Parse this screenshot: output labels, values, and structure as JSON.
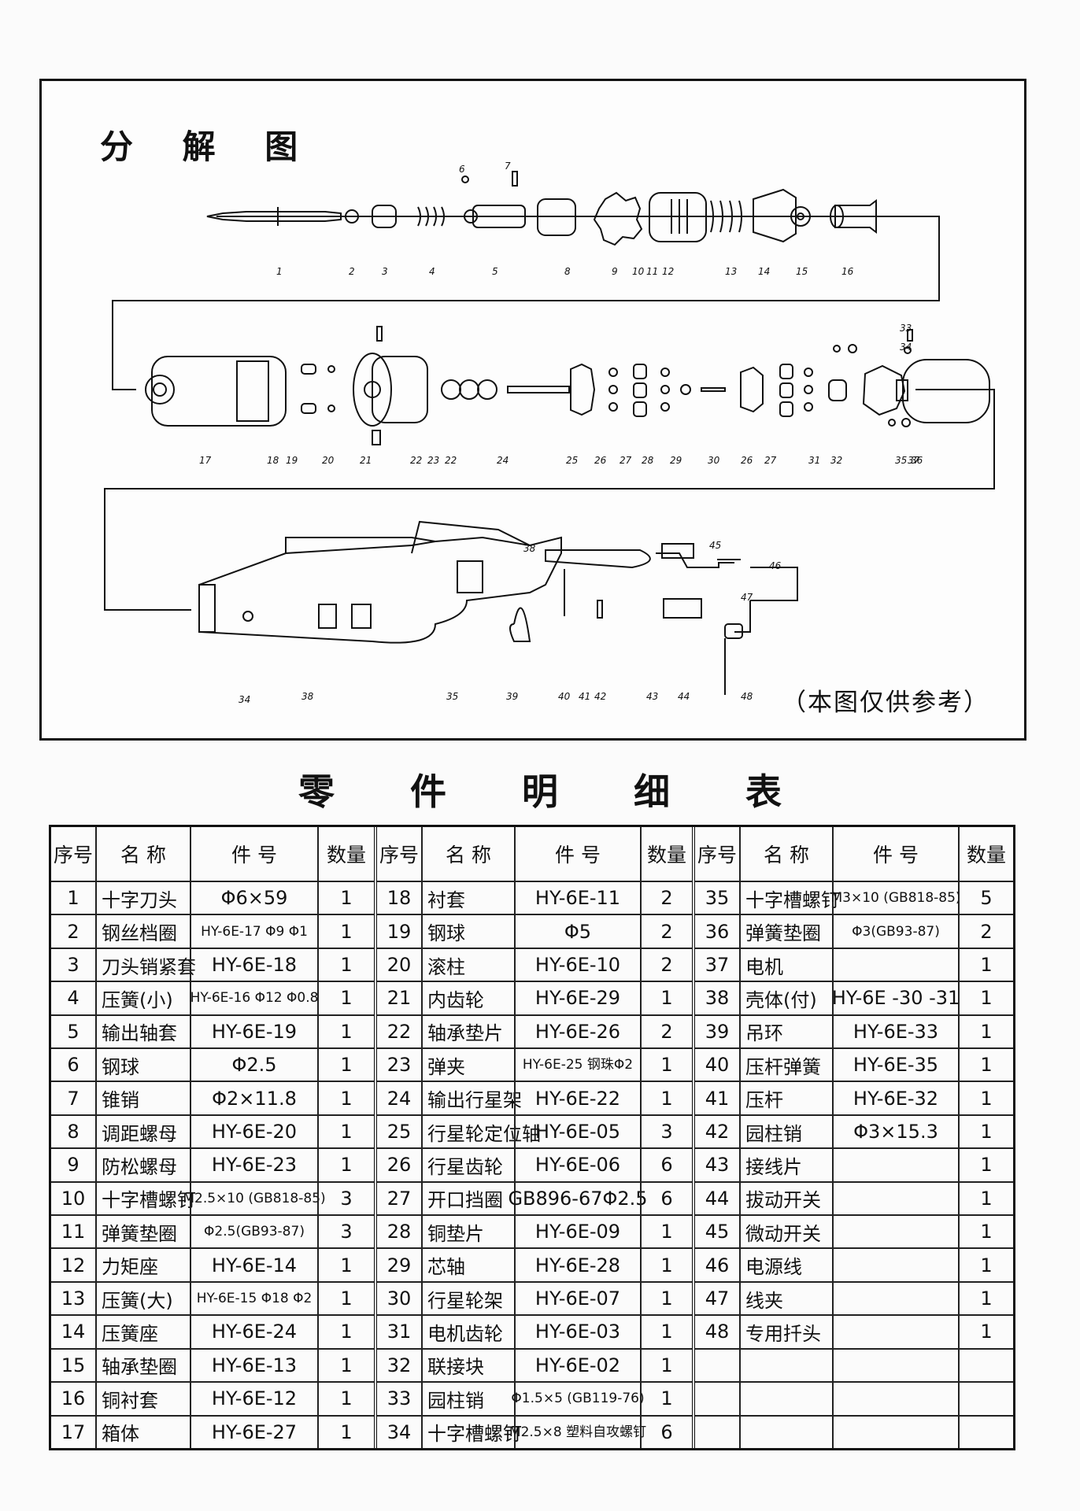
{
  "diagram": {
    "title": "分 解 图",
    "note": "（本图仅供参考）",
    "labels": [
      "1",
      "2",
      "3",
      "4",
      "5",
      "6",
      "7",
      "8",
      "9",
      "10",
      "11",
      "12",
      "13",
      "14",
      "15",
      "16",
      "17",
      "18",
      "19",
      "20",
      "21",
      "22",
      "23",
      "22",
      "24",
      "25",
      "26",
      "27",
      "28",
      "29",
      "30",
      "26",
      "27",
      "31",
      "32",
      "33",
      "34",
      "35",
      "36",
      "37",
      "38",
      "34",
      "38",
      "35",
      "39",
      "40",
      "41",
      "42",
      "43",
      "44",
      "45",
      "46",
      "47",
      "48"
    ]
  },
  "table": {
    "title": "零 件 明 细 表",
    "headers": [
      "序号",
      "名 称",
      "件 号",
      "数量"
    ],
    "groups": [
      [
        {
          "no": "1",
          "name": "十字刀头",
          "part": "Φ6×59",
          "qty": "1"
        },
        {
          "no": "2",
          "name": "钢丝档圈",
          "part": "HY-6E-17 Φ9 Φ1",
          "qty": "1"
        },
        {
          "no": "3",
          "name": "刀头销紧套",
          "part": "HY-6E-18",
          "qty": "1"
        },
        {
          "no": "4",
          "name": "压簧(小)",
          "part": "HY-6E-16 Φ12 Φ0.8",
          "qty": "1"
        },
        {
          "no": "5",
          "name": "输出轴套",
          "part": "HY-6E-19",
          "qty": "1"
        },
        {
          "no": "6",
          "name": "钢球",
          "part": "Φ2.5",
          "qty": "1"
        },
        {
          "no": "7",
          "name": "锥销",
          "part": "Φ2×11.8",
          "qty": "1"
        },
        {
          "no": "8",
          "name": "调距螺母",
          "part": "HY-6E-20",
          "qty": "1"
        },
        {
          "no": "9",
          "name": "防松螺母",
          "part": "HY-6E-23",
          "qty": "1"
        },
        {
          "no": "10",
          "name": "十字槽螺钉",
          "part": "M2.5×10 (GB818-85)",
          "qty": "3"
        },
        {
          "no": "11",
          "name": "弹簧垫圈",
          "part": "Φ2.5(GB93-87)",
          "qty": "3"
        },
        {
          "no": "12",
          "name": "力矩座",
          "part": "HY-6E-14",
          "qty": "1"
        },
        {
          "no": "13",
          "name": "压簧(大)",
          "part": "HY-6E-15 Φ18 Φ2",
          "qty": "1"
        },
        {
          "no": "14",
          "name": "压簧座",
          "part": "HY-6E-24",
          "qty": "1"
        },
        {
          "no": "15",
          "name": "轴承垫圈",
          "part": "HY-6E-13",
          "qty": "1"
        },
        {
          "no": "16",
          "name": "铜衬套",
          "part": "HY-6E-12",
          "qty": "1"
        },
        {
          "no": "17",
          "name": "箱体",
          "part": "HY-6E-27",
          "qty": "1"
        }
      ],
      [
        {
          "no": "18",
          "name": "衬套",
          "part": "HY-6E-11",
          "qty": "2"
        },
        {
          "no": "19",
          "name": "钢球",
          "part": "Φ5",
          "qty": "2"
        },
        {
          "no": "20",
          "name": "滚柱",
          "part": "HY-6E-10",
          "qty": "2"
        },
        {
          "no": "21",
          "name": "内齿轮",
          "part": "HY-6E-29",
          "qty": "1"
        },
        {
          "no": "22",
          "name": "轴承垫片",
          "part": "HY-6E-26",
          "qty": "2"
        },
        {
          "no": "23",
          "name": "弹夹",
          "part": "HY-6E-25 钢珠Φ2",
          "qty": "1"
        },
        {
          "no": "24",
          "name": "输出行星架",
          "part": "HY-6E-22",
          "qty": "1"
        },
        {
          "no": "25",
          "name": "行星轮定位轴",
          "part": "HY-6E-05",
          "qty": "3"
        },
        {
          "no": "26",
          "name": "行星齿轮",
          "part": "HY-6E-06",
          "qty": "6"
        },
        {
          "no": "27",
          "name": "开口挡圈",
          "part": "GB896-67Φ2.5",
          "qty": "6"
        },
        {
          "no": "28",
          "name": "铜垫片",
          "part": "HY-6E-09",
          "qty": "1"
        },
        {
          "no": "29",
          "name": "芯轴",
          "part": "HY-6E-28",
          "qty": "1"
        },
        {
          "no": "30",
          "name": "行星轮架",
          "part": "HY-6E-07",
          "qty": "1"
        },
        {
          "no": "31",
          "name": "电机齿轮",
          "part": "HY-6E-03",
          "qty": "1"
        },
        {
          "no": "32",
          "name": "联接块",
          "part": "HY-6E-02",
          "qty": "1"
        },
        {
          "no": "33",
          "name": "园柱销",
          "part": "Φ1.5×5 (GB119-76)",
          "qty": "1"
        },
        {
          "no": "34",
          "name": "十字槽螺钉",
          "part": "M2.5×8 塑料自攻螺钉",
          "qty": "6"
        }
      ],
      [
        {
          "no": "35",
          "name": "十字槽螺钉",
          "part": "M3×10 (GB818-85)",
          "qty": "5"
        },
        {
          "no": "36",
          "name": "弹簧垫圈",
          "part": "Φ3(GB93-87)",
          "qty": "2"
        },
        {
          "no": "37",
          "name": "电机",
          "part": "",
          "qty": "1"
        },
        {
          "no": "38",
          "name": "壳体(付)",
          "part": "HY-6E -30 -31",
          "qty": "1"
        },
        {
          "no": "39",
          "name": "吊环",
          "part": "HY-6E-33",
          "qty": "1"
        },
        {
          "no": "40",
          "name": "压杆弹簧",
          "part": "HY-6E-35",
          "qty": "1"
        },
        {
          "no": "41",
          "name": "压杆",
          "part": "HY-6E-32",
          "qty": "1"
        },
        {
          "no": "42",
          "name": "园柱销",
          "part": "Φ3×15.3",
          "qty": "1"
        },
        {
          "no": "43",
          "name": "接线片",
          "part": "",
          "qty": "1"
        },
        {
          "no": "44",
          "name": "拔动开关",
          "part": "",
          "qty": "1"
        },
        {
          "no": "45",
          "name": "微动开关",
          "part": "",
          "qty": "1"
        },
        {
          "no": "46",
          "name": "电源线",
          "part": "",
          "qty": "1"
        },
        {
          "no": "47",
          "name": "线夹",
          "part": "",
          "qty": "1"
        },
        {
          "no": "48",
          "name": "专用扦头",
          "part": "",
          "qty": "1"
        },
        {
          "no": "",
          "name": "",
          "part": "",
          "qty": ""
        },
        {
          "no": "",
          "name": "",
          "part": "",
          "qty": ""
        },
        {
          "no": "",
          "name": "",
          "part": "",
          "qty": ""
        }
      ]
    ]
  }
}
